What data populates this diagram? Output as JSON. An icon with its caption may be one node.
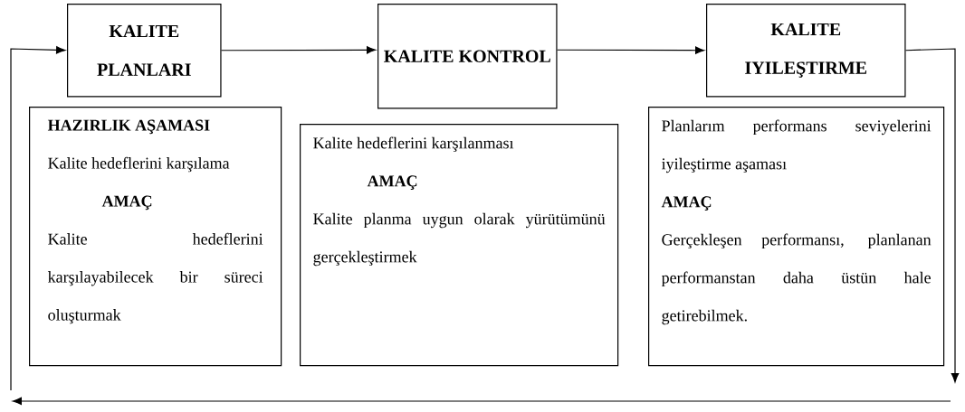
{
  "diagram": {
    "nodes": [
      {
        "text": [
          "KALITE PLANLARI"
        ]
      },
      {
        "text": [
          "KALITE KONTROL"
        ]
      },
      {
        "text": [
          "KALITE IYILEŞTIRME"
        ]
      },
      {
        "text": [
          "HAZIRLIK AŞAMASI",
          "Kalite hedeflerini karşılama",
          "AMAÇ",
          "Kalite hedeflerini karşılayabilecek bir süreci oluşturmak"
        ]
      },
      {
        "text": [
          "Kalite hedeflerini karşılanması",
          "AMAÇ",
          "Kalite planma uygun olarak yürütümünü gerçekleştirmek"
        ]
      },
      {
        "text": [
          "Planlarım performans seviyelerini iyileştirme aşaması",
          "AMAÇ",
          "Gerçekleşen performansı, planlanan performanstan daha üstün hale getirebilmek."
        ]
      }
    ],
    "edges": [
      {
        "from": 0,
        "to": 1,
        "arrow": "to"
      },
      {
        "from": 1,
        "to": 2,
        "arrow": "to"
      },
      {
        "from": 2,
        "to": null,
        "arrow": "to"
      },
      {
        "from": null,
        "to": 0,
        "arrow": "to"
      }
    ]
  }
}
